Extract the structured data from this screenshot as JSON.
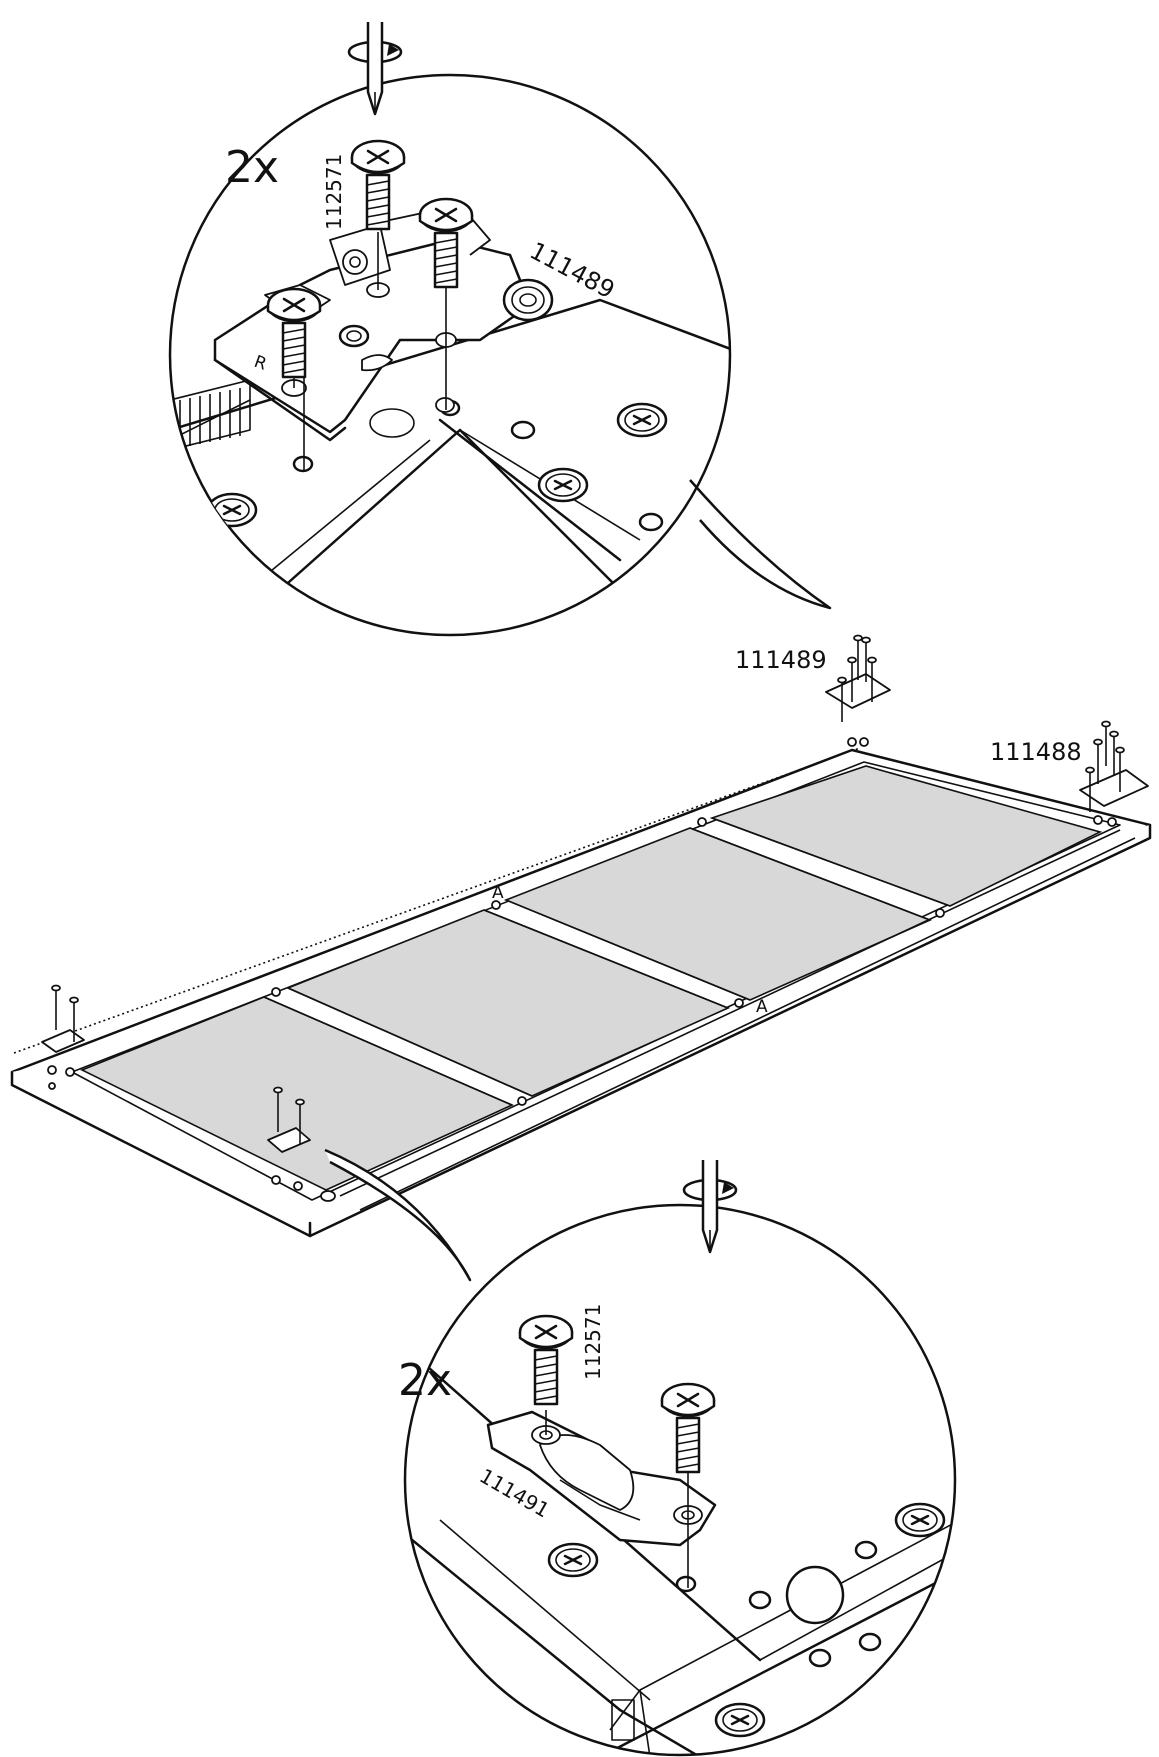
{
  "top_detail": {
    "quantity": "2x",
    "screw_part": "112571",
    "fitting_part": "111489",
    "side_mark": "R"
  },
  "bottom_detail": {
    "quantity": "2x",
    "screw_part": "112571",
    "fitting_part": "111491"
  },
  "main_view": {
    "hinge_label_left": "111489",
    "hinge_label_right": "111488",
    "panel_mark": "A"
  },
  "colors": {
    "line": "#111111",
    "panel_fill": "#d8d8d8",
    "background": "#ffffff"
  }
}
